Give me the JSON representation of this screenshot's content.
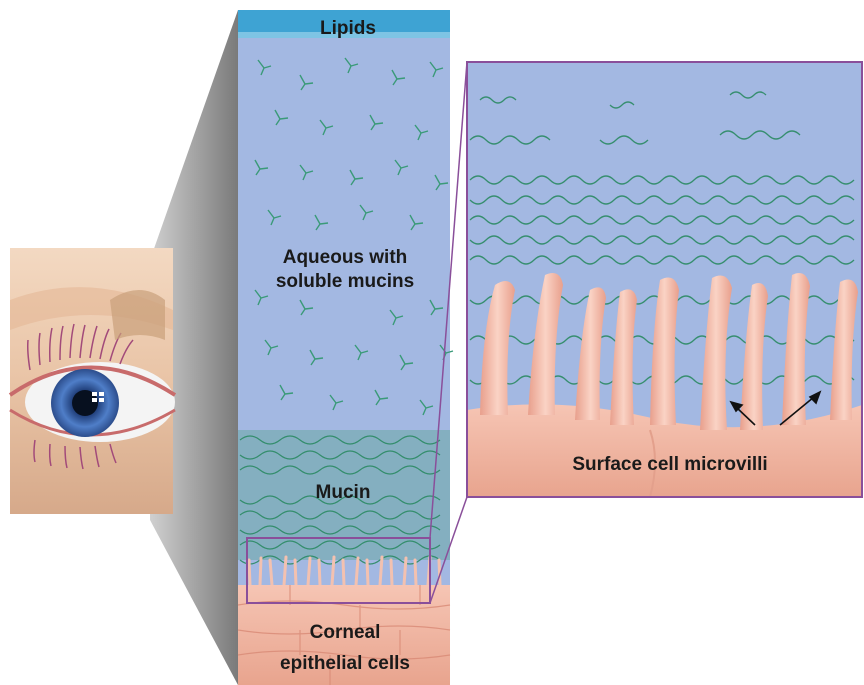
{
  "labels": {
    "lipids": "Lipids",
    "aqueous_line1": "Aqueous with",
    "aqueous_line2": "soluble mucins",
    "mucin": "Mucin",
    "corneal_line1": "Corneal",
    "corneal_line2": "epithelial cells",
    "microvilli": "Surface cell microvilli"
  },
  "colors": {
    "aqueous": "#9fb5e0",
    "lipid": "#3a9fd0",
    "mucin": "#2f8f6a",
    "cell": "#f2b3a0",
    "inset_border": "#8a4f9a",
    "wedge": "#8f8f8f"
  }
}
